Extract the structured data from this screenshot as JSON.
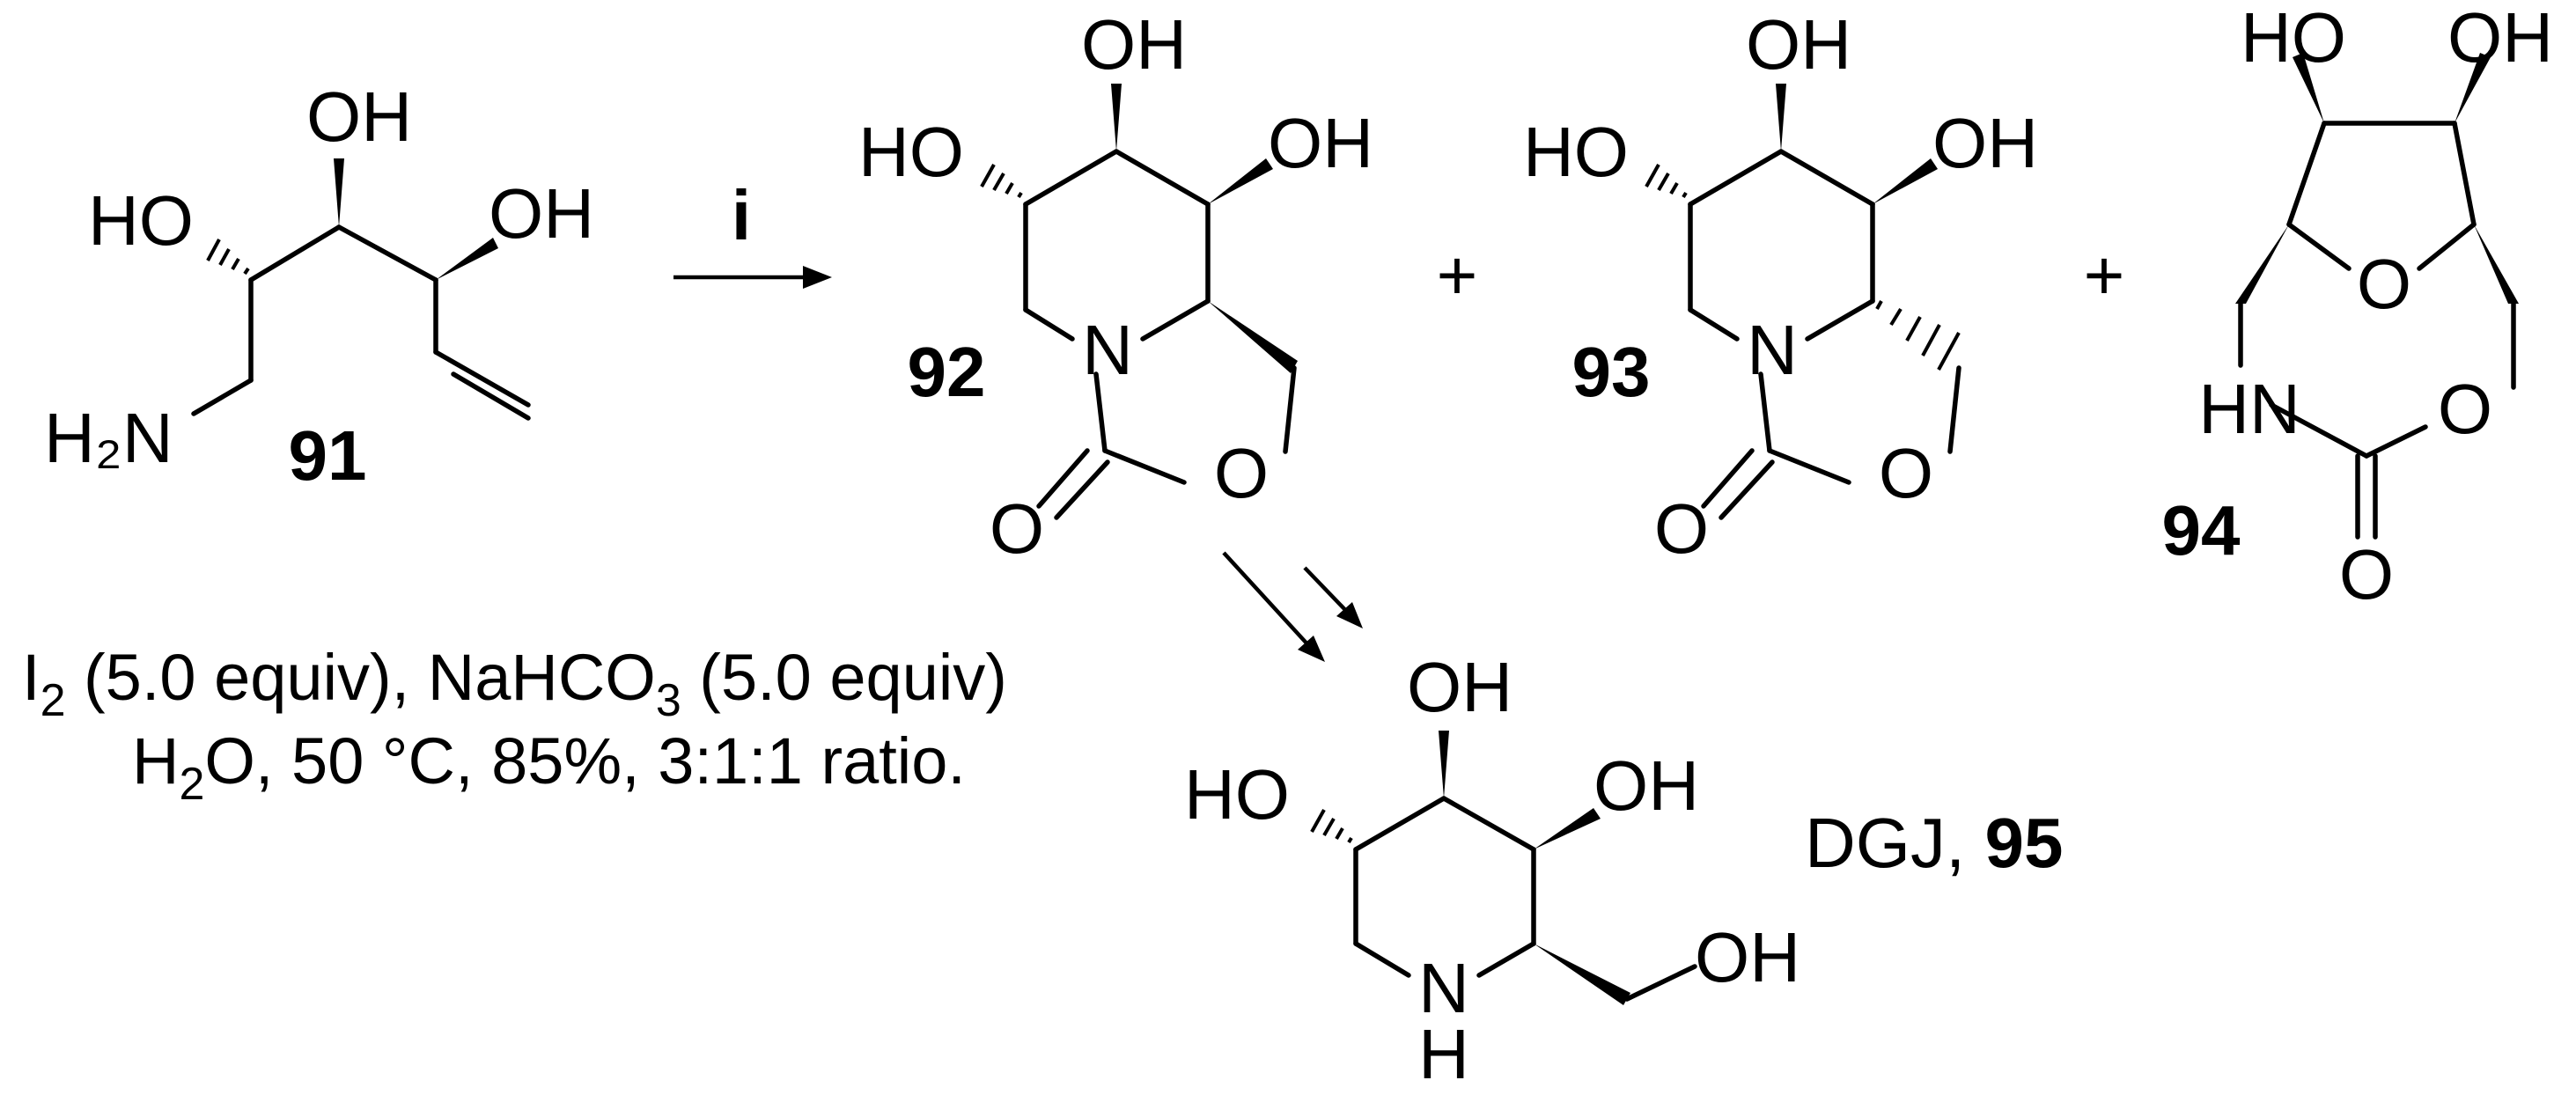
{
  "atoms": {
    "oh": "OH",
    "ho": "HO",
    "h2n": "H₂N",
    "n": "N",
    "o": "O",
    "hn": "HN",
    "h": "H"
  },
  "compounds": {
    "c91": "91",
    "c92": "92",
    "c93": "93",
    "c94": "94",
    "c95_prefix": "DGJ, ",
    "c95": "95"
  },
  "reagent_label": "i",
  "plus": "+",
  "conditions": {
    "line1_a": "I",
    "line1_a_sub": "2",
    "line1_b": " (5.0 equiv),  NaHCO",
    "line1_b_sub": "3",
    "line1_c": " (5.0 equiv)",
    "line2_a": "H",
    "line2_a_sub": "2",
    "line2_b": "O, 50 °C, 85%, 3:1:1 ratio."
  }
}
